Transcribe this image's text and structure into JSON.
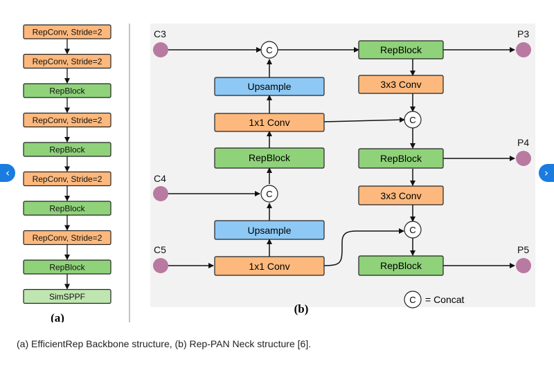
{
  "backbone": {
    "blocks": [
      {
        "label": "RepConv, Stride=2",
        "kind": "repconv"
      },
      {
        "label": "RepConv, Stride=2",
        "kind": "repconv"
      },
      {
        "label": "RepBlock",
        "kind": "repblock"
      },
      {
        "label": "RepConv, Stride=2",
        "kind": "repconv"
      },
      {
        "label": "RepBlock",
        "kind": "repblock"
      },
      {
        "label": "RepConv, Stride=2",
        "kind": "repconv"
      },
      {
        "label": "RepBlock",
        "kind": "repblock"
      },
      {
        "label": "RepConv, Stride=2",
        "kind": "repconv"
      },
      {
        "label": "RepBlock",
        "kind": "repblock"
      },
      {
        "label": "SimSPPF",
        "kind": "sppf"
      }
    ],
    "panel_label": "(a)"
  },
  "neck": {
    "inputs": [
      "C3",
      "C4",
      "C5"
    ],
    "outputs": [
      "P3",
      "P4",
      "P5"
    ],
    "blocks": {
      "repblock_top": "RepBlock",
      "conv3x3_top": "3x3 Conv",
      "repblock_p4": "RepBlock",
      "conv3x3_mid": "3x3 Conv",
      "repblock_p5": "RepBlock",
      "upsample_top": "Upsample",
      "conv1x1_top": "1x1 Conv",
      "repblock_left": "RepBlock",
      "upsample_bottom": "Upsample",
      "conv1x1_bottom": "1x1 Conv"
    },
    "concat_symbol": "C",
    "legend_text": "= Concat",
    "panel_label": "(b)"
  },
  "caption": "(a) EfficientRep Backbone structure, (b) Rep-PAN Neck structure [6].",
  "nav": {
    "prev_icon": "chevron-left-icon",
    "next_icon": "chevron-right-icon",
    "prev_glyph": "‹",
    "next_glyph": "›"
  },
  "colors": {
    "orange": "#fdb97d",
    "green": "#8fd27a",
    "blue": "#8ec9f5",
    "light_green": "#bfe6b0",
    "dot": "#b87aa0",
    "accent": "#1a7be0"
  }
}
